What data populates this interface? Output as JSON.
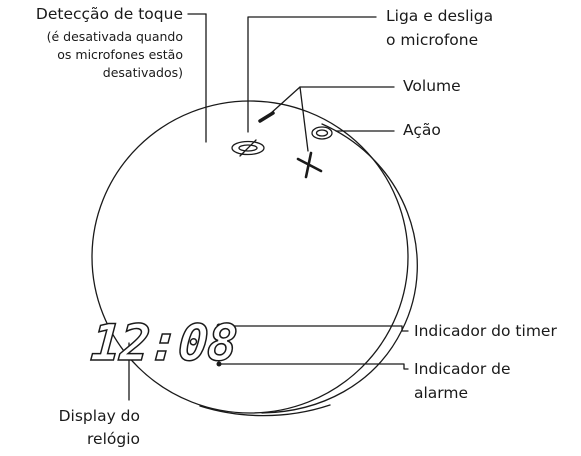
{
  "labels": {
    "touch": "Detecção de toque",
    "touch_note_1": "(é desativada quando",
    "touch_note_2": "os microfones estão",
    "touch_note_3": "desativados)",
    "mic_1": "Liga e desliga",
    "mic_2": "o microfone",
    "volume": "Volume",
    "action": "Ação",
    "timer": "Indicador do timer",
    "alarm_1": "Indicador de",
    "alarm_2": "alarme",
    "clock_1": "Display do",
    "clock_2": "relógio"
  },
  "display": {
    "time": "12:08"
  },
  "colors": {
    "stroke": "#1a1a1a",
    "text": "#1a1a1a",
    "background": "#ffffff"
  }
}
